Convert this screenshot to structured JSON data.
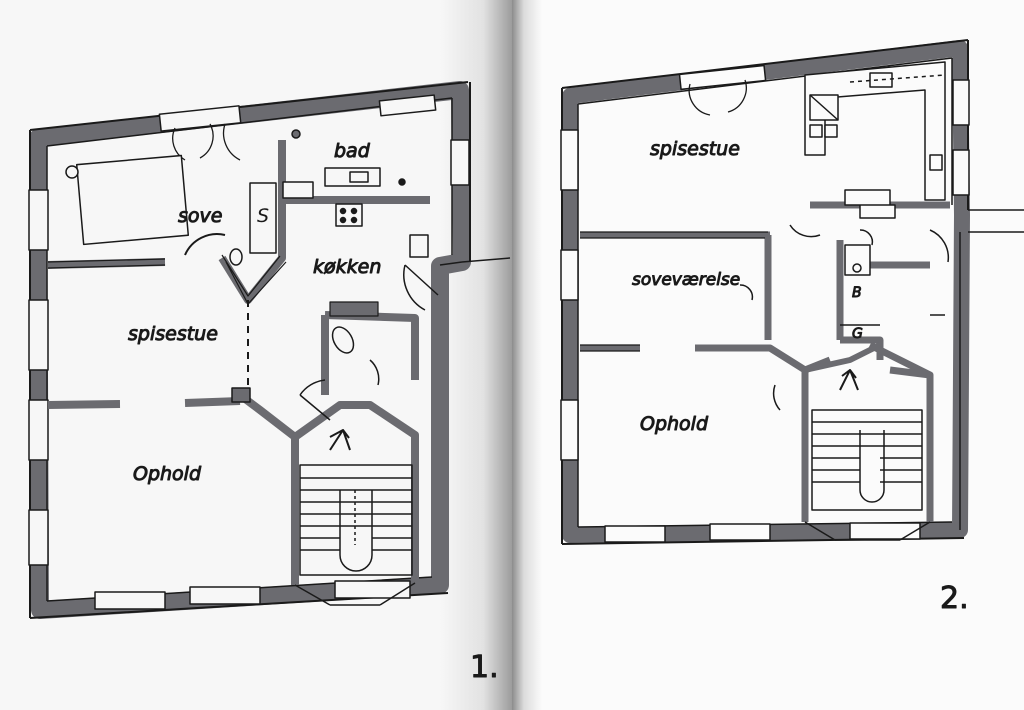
{
  "plan1": {
    "labels": {
      "bad": "bad",
      "sove": "sove",
      "s": "S",
      "kokken": "køkken",
      "spisestue": "spisestue",
      "ophold": "Ophold"
    },
    "page_number": "1."
  },
  "plan2": {
    "labels": {
      "spisestue": "spisestue",
      "sovevaerelse": "soveværelse",
      "b": "B",
      "g": "G",
      "ophold": "Ophold"
    },
    "page_number": "2."
  },
  "colors": {
    "paper_left": "#f7f7f7",
    "paper_right": "#fbfbfb",
    "wall": "#6b6b70",
    "ink": "#1a1a1a",
    "gutter": "#9a9a9a"
  }
}
